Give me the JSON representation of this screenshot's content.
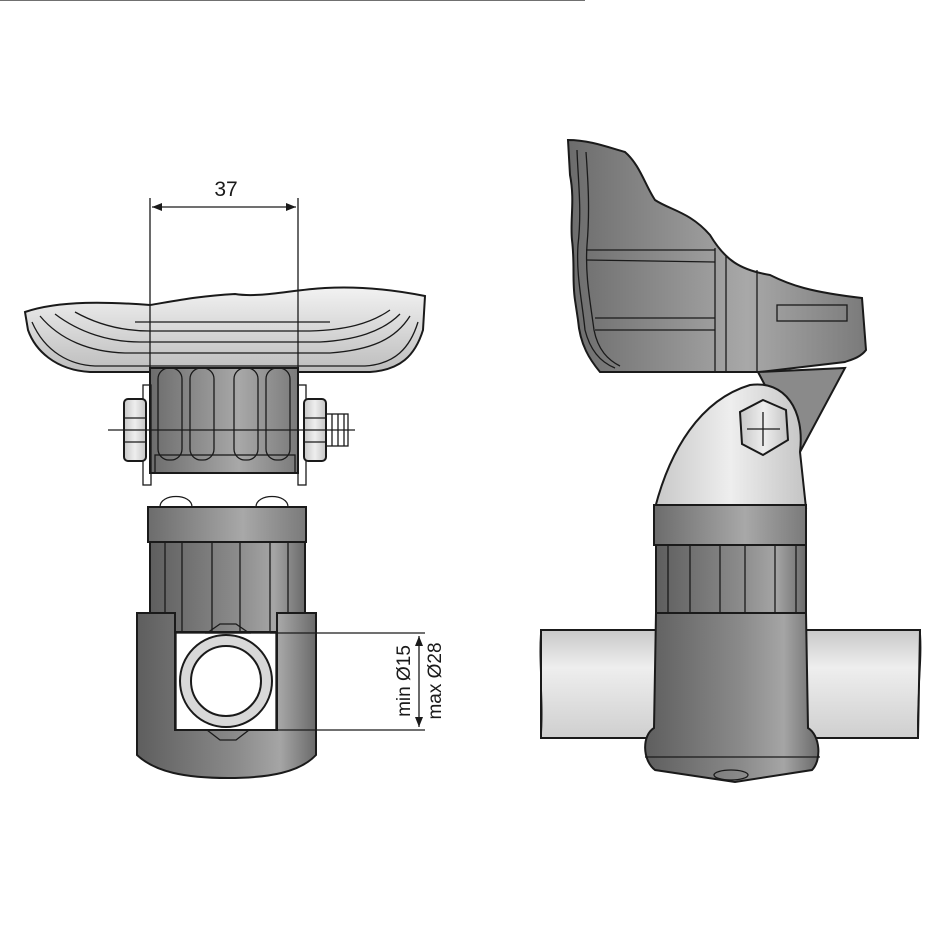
{
  "diagram": {
    "type": "technical-drawing",
    "views": [
      {
        "id": "front-view",
        "label": "front view with clamp and tube cross-section"
      },
      {
        "id": "side-view",
        "label": "side view mounted on tube"
      }
    ],
    "dimensions": {
      "width_label": "37",
      "min_diameter_label": "min Ø15",
      "max_diameter_label": "max Ø28"
    },
    "colors": {
      "background": "#ffffff",
      "outline": "#1a1a1a",
      "dark_plastic": "#6e6e6e",
      "mid_plastic": "#8f8f8f",
      "light_metal": "#d9d9d9",
      "tube": "#dcdcdc"
    }
  }
}
